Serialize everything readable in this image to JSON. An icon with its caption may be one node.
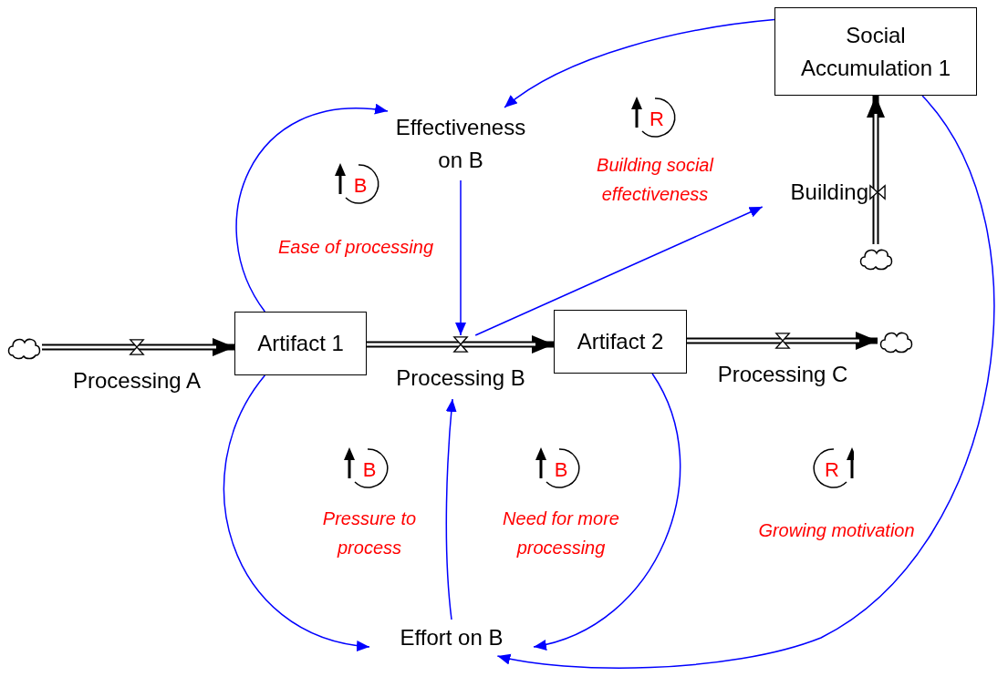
{
  "diagram": {
    "nodes": [
      {
        "text": [
          "Social Accumulation 1"
        ]
      },
      {
        "text": [
          "Effectiveness on B"
        ]
      },
      {
        "text": [
          "Building"
        ]
      },
      {
        "text": [],
        "shape": "cloud"
      },
      {
        "text": [],
        "shape": "cloud"
      },
      {
        "text": [
          "Artifact 1"
        ]
      },
      {
        "text": [
          "Processing A"
        ]
      },
      {
        "text": [
          "Processing B"
        ]
      },
      {
        "text": [
          "Artifact 2"
        ]
      },
      {
        "text": [
          "Processing C"
        ]
      },
      {
        "text": [],
        "shape": "cloud"
      },
      {
        "text": [
          "Effort on B"
        ]
      }
    ],
    "edges": [
      {
        "from": 0,
        "to": 1,
        "arrow": "to"
      },
      {
        "from": 5,
        "to": 1,
        "arrow": "to"
      },
      {
        "from": 1,
        "to": 7,
        "arrow": "to"
      },
      {
        "from": 7,
        "to": 2,
        "arrow": "to"
      },
      {
        "from": 5,
        "to": 11,
        "arrow": "to"
      },
      {
        "from": 11,
        "to": 7,
        "arrow": "to"
      },
      {
        "from": 8,
        "to": 11,
        "arrow": "to"
      },
      {
        "from": 0,
        "to": 11,
        "arrow": "to"
      },
      {
        "from": 4,
        "to": 5,
        "arrow": "to",
        "style": "thick",
        "color": "#000000"
      },
      {
        "from": 5,
        "to": 8,
        "arrow": "to",
        "style": "thick",
        "color": "#000000"
      },
      {
        "from": 8,
        "to": 10,
        "arrow": "to",
        "style": "thick",
        "color": "#000000"
      },
      {
        "from": 3,
        "to": 0,
        "arrow": "to",
        "style": "thick",
        "color": "#000000"
      }
    ],
    "labels": [
      "R",
      "Building social effectiveness",
      "B",
      "Ease of processing",
      "B",
      "Pressure to process",
      "B",
      "Need for more processing",
      "R",
      "Growing motivation"
    ]
  }
}
